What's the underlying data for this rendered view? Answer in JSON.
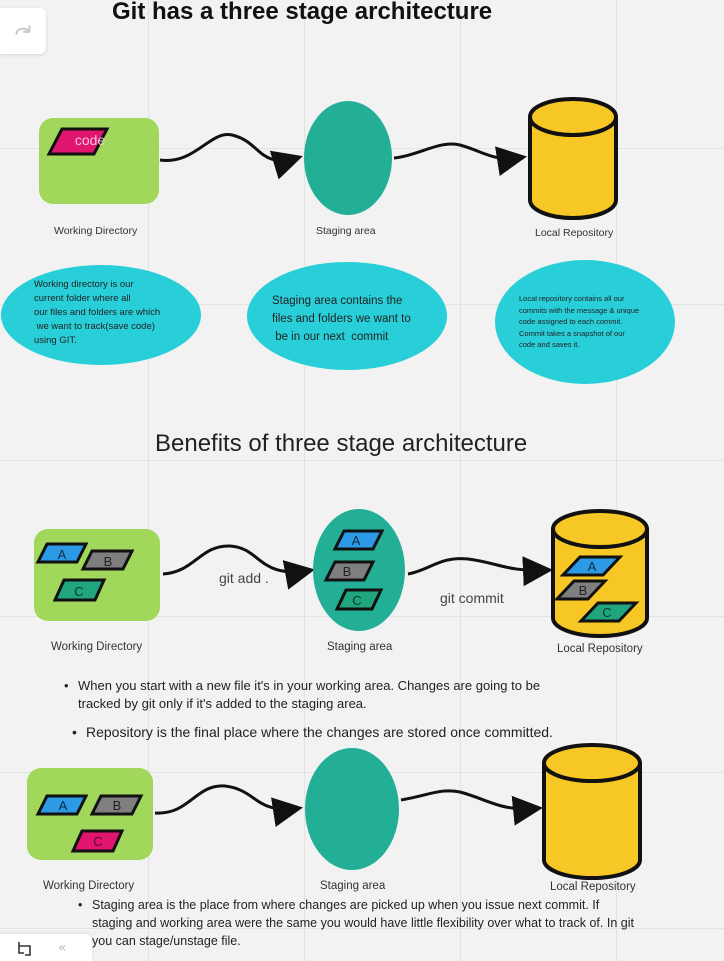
{
  "title": "Git has a three stage architecture",
  "subtitle": "Benefits of three stage architecture",
  "labels": {
    "working_directory": "Working Directory",
    "staging_area": "Staging area",
    "local_repository": "Local Repository"
  },
  "code_tag": "code",
  "descriptions": {
    "working": [
      "Working directory is our",
      "current folder where all",
      "our files and folders are which",
      " we want to track(save code)",
      "using GIT."
    ],
    "staging": [
      "Staging area contains the",
      "files and folders we want to",
      " be in our next  commit"
    ],
    "repository": [
      "Local repository contains all our",
      "commits with the message & unique",
      "code assigned to each commit.",
      "Commit takes a snapshot of our",
      "code and saves it."
    ]
  },
  "commands": {
    "add": "git add .",
    "commit": "git commit"
  },
  "files": {
    "a": "A",
    "b": "B",
    "c": "C"
  },
  "bullets": {
    "first": "When you start with a new file it's in your working area. Changes are going to be tracked by git only if it's added to the staging area.",
    "second": "Repository is the final place where the changes are stored once committed.",
    "third": "Staging area is the place from where changes are picked up when you issue next commit. If staging and working area were the same you would have little flexibility over what to track of. In git you can stage/unstage file."
  },
  "colors": {
    "working_green": "#a1d85c",
    "staging_teal": "#23ae96",
    "repo_yellow": "#f7c726",
    "bubble_cyan": "#29cfd8",
    "file_blue": "#2d9ae6",
    "file_gray": "#7f7f7f",
    "file_green": "#21a57f",
    "file_pink": "#e0156f"
  },
  "icons": [
    "redo-icon",
    "frame-icon",
    "collapse-icon"
  ]
}
